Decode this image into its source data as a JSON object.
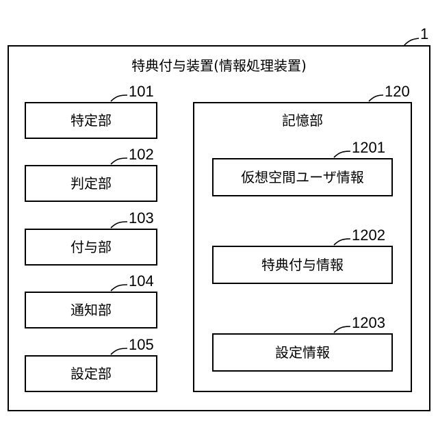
{
  "outer": {
    "ref": "1",
    "title": "特典付与装置(情報処理装置)"
  },
  "left_units": [
    {
      "ref": "101",
      "label": "特定部"
    },
    {
      "ref": "102",
      "label": "判定部"
    },
    {
      "ref": "103",
      "label": "付与部"
    },
    {
      "ref": "104",
      "label": "通知部"
    },
    {
      "ref": "105",
      "label": "設定部"
    }
  ],
  "storage": {
    "ref": "120",
    "title": "記憶部",
    "items": [
      {
        "ref": "1201",
        "label": "仮想空間ユーザ情報"
      },
      {
        "ref": "1202",
        "label": "特典付与情報"
      },
      {
        "ref": "1203",
        "label": "設定情報"
      }
    ]
  }
}
